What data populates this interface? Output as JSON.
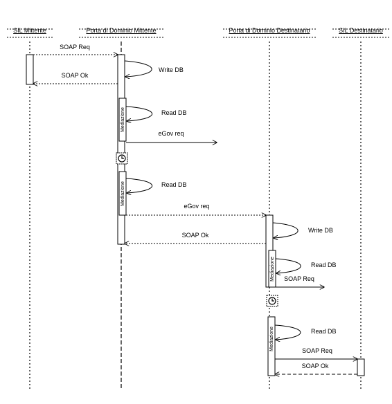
{
  "participants": [
    {
      "id": "sil_mittente",
      "label": "SIL Mittente"
    },
    {
      "id": "pdd_mittente",
      "label": "Porta di Dominio Mittente"
    },
    {
      "id": "pdd_destinatario",
      "label": "Porta di Dominio Destinatario"
    },
    {
      "id": "sil_destinatario",
      "label": "SIL Destinatario"
    }
  ],
  "messages": [
    {
      "label": "SOAP Req",
      "from": "sil_mittente",
      "to": "pdd_mittente",
      "style": "dotted"
    },
    {
      "label": "Write DB",
      "from": "pdd_mittente",
      "to": "pdd_mittente",
      "style": "self"
    },
    {
      "label": "SOAP Ok",
      "from": "pdd_mittente",
      "to": "sil_mittente",
      "style": "dotted"
    },
    {
      "label": "Read DB",
      "from": "pdd_mittente",
      "to": "pdd_mittente",
      "style": "self"
    },
    {
      "label": "eGov req",
      "from": "pdd_mittente",
      "to": "lost",
      "style": "solid"
    },
    {
      "label": "Read DB",
      "from": "pdd_mittente",
      "to": "pdd_mittente",
      "style": "self"
    },
    {
      "label": "eGov req",
      "from": "pdd_mittente",
      "to": "pdd_destinatario",
      "style": "dotted"
    },
    {
      "label": "Write DB",
      "from": "pdd_destinatario",
      "to": "pdd_destinatario",
      "style": "self"
    },
    {
      "label": "SOAP Ok",
      "from": "pdd_destinatario",
      "to": "pdd_mittente",
      "style": "dotted"
    },
    {
      "label": "Read DB",
      "from": "pdd_destinatario",
      "to": "pdd_destinatario",
      "style": "self"
    },
    {
      "label": "SOAP Req",
      "from": "pdd_destinatario",
      "to": "lost",
      "style": "solid"
    },
    {
      "label": "Read DB",
      "from": "pdd_destinatario",
      "to": "pdd_destinatario",
      "style": "self"
    },
    {
      "label": "SOAP Req",
      "from": "pdd_destinatario",
      "to": "sil_destinatario",
      "style": "solid"
    },
    {
      "label": "SOAP Ok",
      "from": "sil_destinatario",
      "to": "pdd_destinatario",
      "style": "dashed"
    }
  ],
  "activations": [
    {
      "label": "Mediazione"
    },
    {
      "label": "Mediazione"
    },
    {
      "label": "Mediazione"
    },
    {
      "label": "Mediazione"
    }
  ],
  "timers": [
    {
      "icon": "clock-icon"
    },
    {
      "icon": "clock-icon"
    }
  ]
}
